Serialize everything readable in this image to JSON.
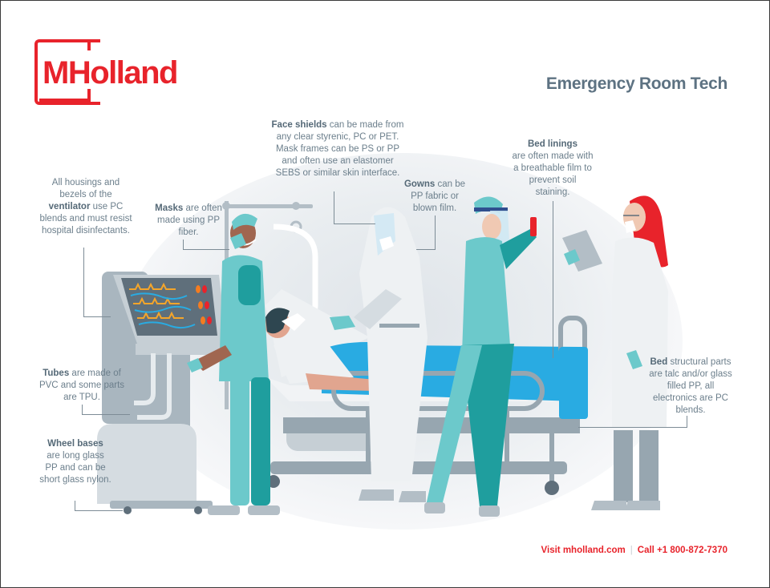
{
  "brand": {
    "logo_text": "MHolland",
    "accent_color": "#e8232b"
  },
  "header": {
    "title": "Emergency Room Tech"
  },
  "callouts": {
    "ventilator": {
      "lead": "All housings and bezels of the",
      "bold": "ventilator",
      "rest": "use PC blends and must resist hospital disinfectants."
    },
    "masks": {
      "bold": "Masks",
      "rest": "are often made using PP fiber."
    },
    "face_shields": {
      "bold": "Face shields",
      "rest": "can be made from any clear styrenic, PC or PET. Mask frames can be PS or PP and often use an elastomer SEBS or similar skin interface."
    },
    "gowns": {
      "bold": "Gowns",
      "rest": "can be PP fabric or blown film."
    },
    "bed_linings": {
      "bold": "Bed linings",
      "rest": "are often made with a breathable film to prevent soil staining."
    },
    "tubes": {
      "bold": "Tubes",
      "rest": "are made of PVC and some parts are TPU."
    },
    "wheel_bases": {
      "bold": "Wheel bases",
      "rest": "are long glass PP and can be short glass nylon."
    },
    "bed_structural": {
      "bold": "Bed",
      "rest": "structural parts are talc and/or glass filled PP, all electronics are PC blends."
    }
  },
  "footer": {
    "website": "Visit mholland.com",
    "separator": "|",
    "phone": "Call +1 800-872-7370"
  },
  "illustration": {
    "description": "Emergency room scene: ventilator, nurse with mask, patient on bed, gowned clinician with face shield, nurse with face shield holding vial, doctor with tablet",
    "colors": {
      "teal": "#6cc9cb",
      "dark_teal": "#1f9e9e",
      "bed_blue": "#29abe2",
      "gray": "#97a6b0",
      "light_gray": "#d5dce1",
      "red_hair": "#e8232b"
    }
  }
}
